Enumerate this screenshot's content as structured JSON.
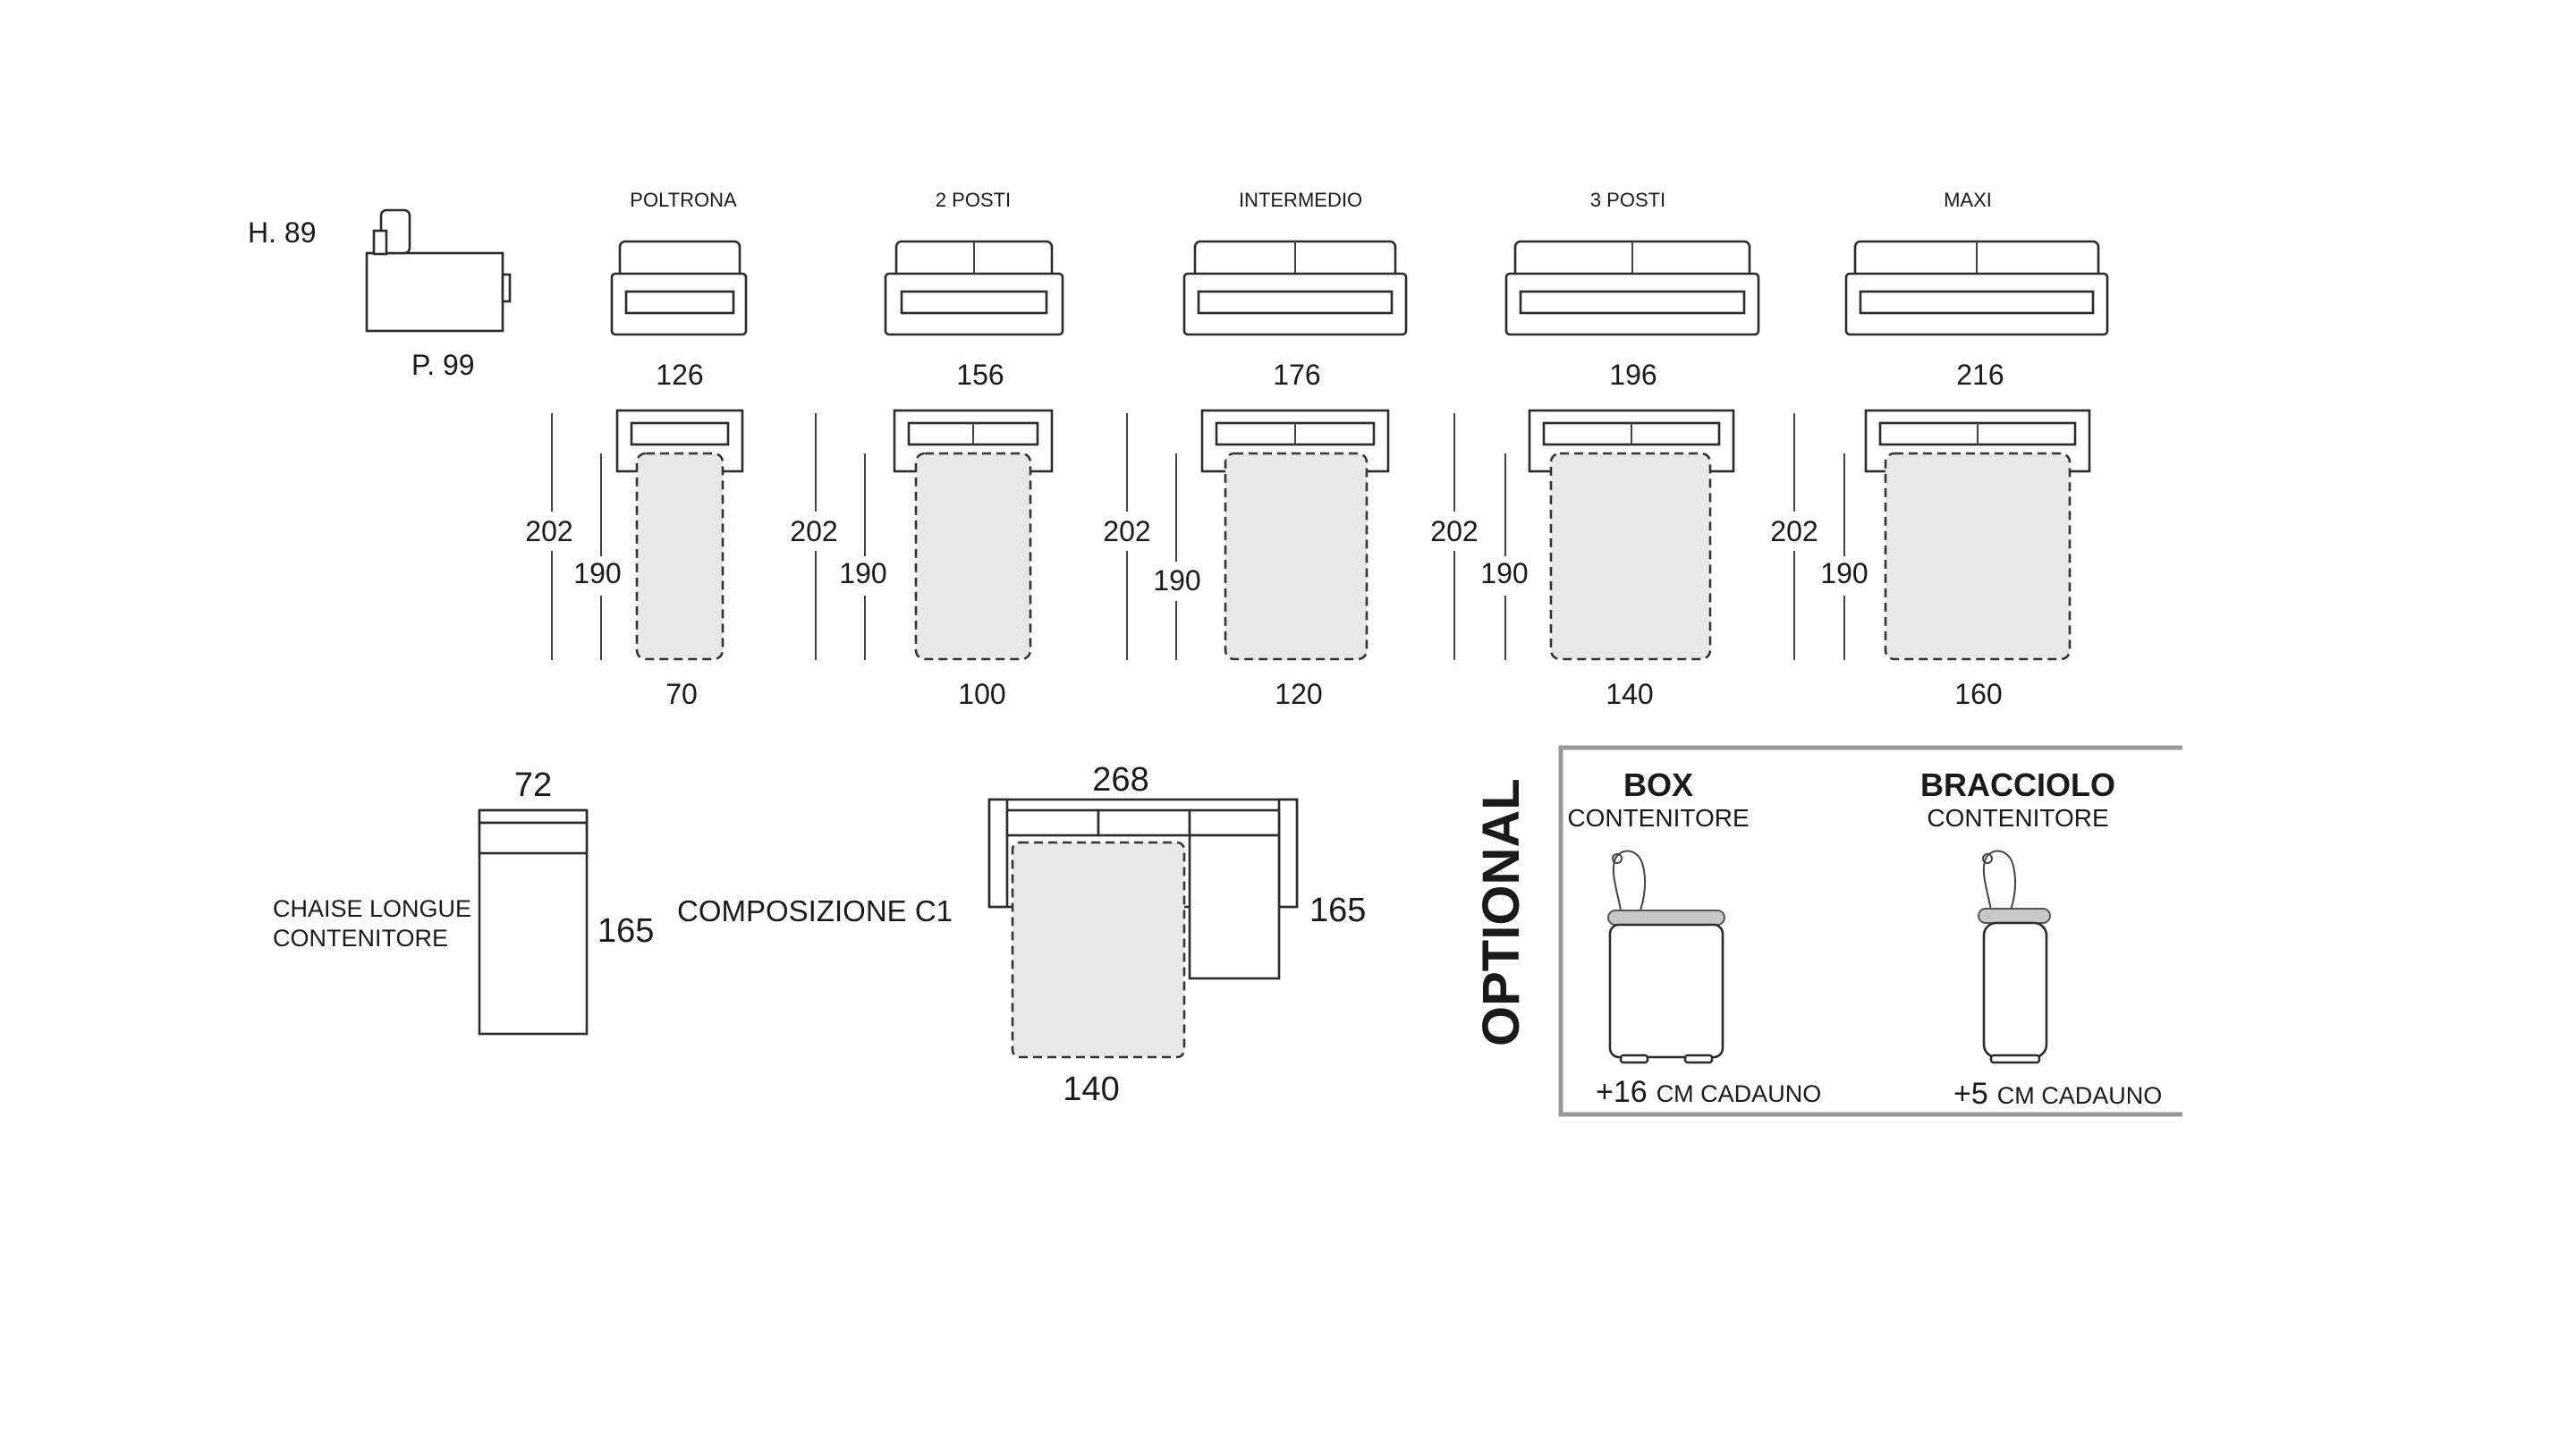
{
  "side_view": {
    "height_label": "H. 89",
    "depth_label": "P. 99"
  },
  "sofas": [
    {
      "name": "POLTRONA",
      "width": "126",
      "length": "202",
      "bed_length": "190",
      "bed_width": "70"
    },
    {
      "name": "2 POSTI",
      "width": "156",
      "length": "202",
      "bed_length": "190",
      "bed_width": "100"
    },
    {
      "name": "INTERMEDIO",
      "width": "176",
      "length": "202",
      "bed_length": "190",
      "bed_width": "120"
    },
    {
      "name": "3 POSTI",
      "width": "196",
      "length": "202",
      "bed_length": "190",
      "bed_width": "140"
    },
    {
      "name": "MAXI",
      "width": "216",
      "length": "202",
      "bed_length": "190",
      "bed_width": "160"
    }
  ],
  "chaise": {
    "line1": "CHAISE LONGUE",
    "line2": "CONTENITORE",
    "width": "72",
    "length": "165"
  },
  "composition": {
    "name": "COMPOSIZIONE C1",
    "width": "268",
    "length": "165",
    "bed_width": "140"
  },
  "optional": {
    "title": "OPTIONAL",
    "items": [
      {
        "title": "BOX",
        "subtitle": "CONTENITORE",
        "amount": "+16",
        "unit": "CM CADAUNO"
      },
      {
        "title": "BRACCIOLO",
        "subtitle": "CONTENITORE",
        "amount": "+5",
        "unit": "CM CADAUNO"
      }
    ]
  },
  "colors": {
    "stroke": "#2b2b2b",
    "bed_fill": "#e8e8e8",
    "frame": "#999999"
  }
}
